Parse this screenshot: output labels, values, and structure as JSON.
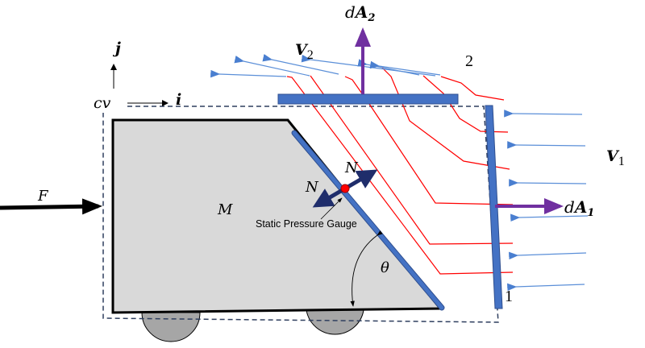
{
  "title": "Control volume around a moving vane/cart with fluid inflow and outflow",
  "labels": {
    "dA2_prefix": "d",
    "dA2_main": "A",
    "dA2_sub": "2",
    "dA1_prefix": "d",
    "dA1_main": "A",
    "dA1_sub": "1",
    "V2_main": "V",
    "V2_sub": "2",
    "V1_main": "V",
    "V1_sub": "1",
    "section2": "2",
    "section1": "1",
    "j_axis": "j",
    "i_axis": "i",
    "cv": "cv",
    "force": "F",
    "mass": "M",
    "normal_out": "N",
    "normal_in": "N",
    "gauge": "Static Pressure Gauge",
    "angle": "θ"
  },
  "colors": {
    "body_fill": "#d9d9d9",
    "body_stroke": "#000000",
    "plate_fill": "#4472c4",
    "plate_stroke": "#2f4f8f",
    "streamline": "#ff0000",
    "velocity_arrow": "#5b8fd8",
    "area_vector": "#7030a0",
    "normal_vector": "#1f2d6b",
    "gauge_dot": "#ff0000",
    "cv_boundary": "#2f3f5f",
    "wheel_fill": "#a6a6a6"
  }
}
